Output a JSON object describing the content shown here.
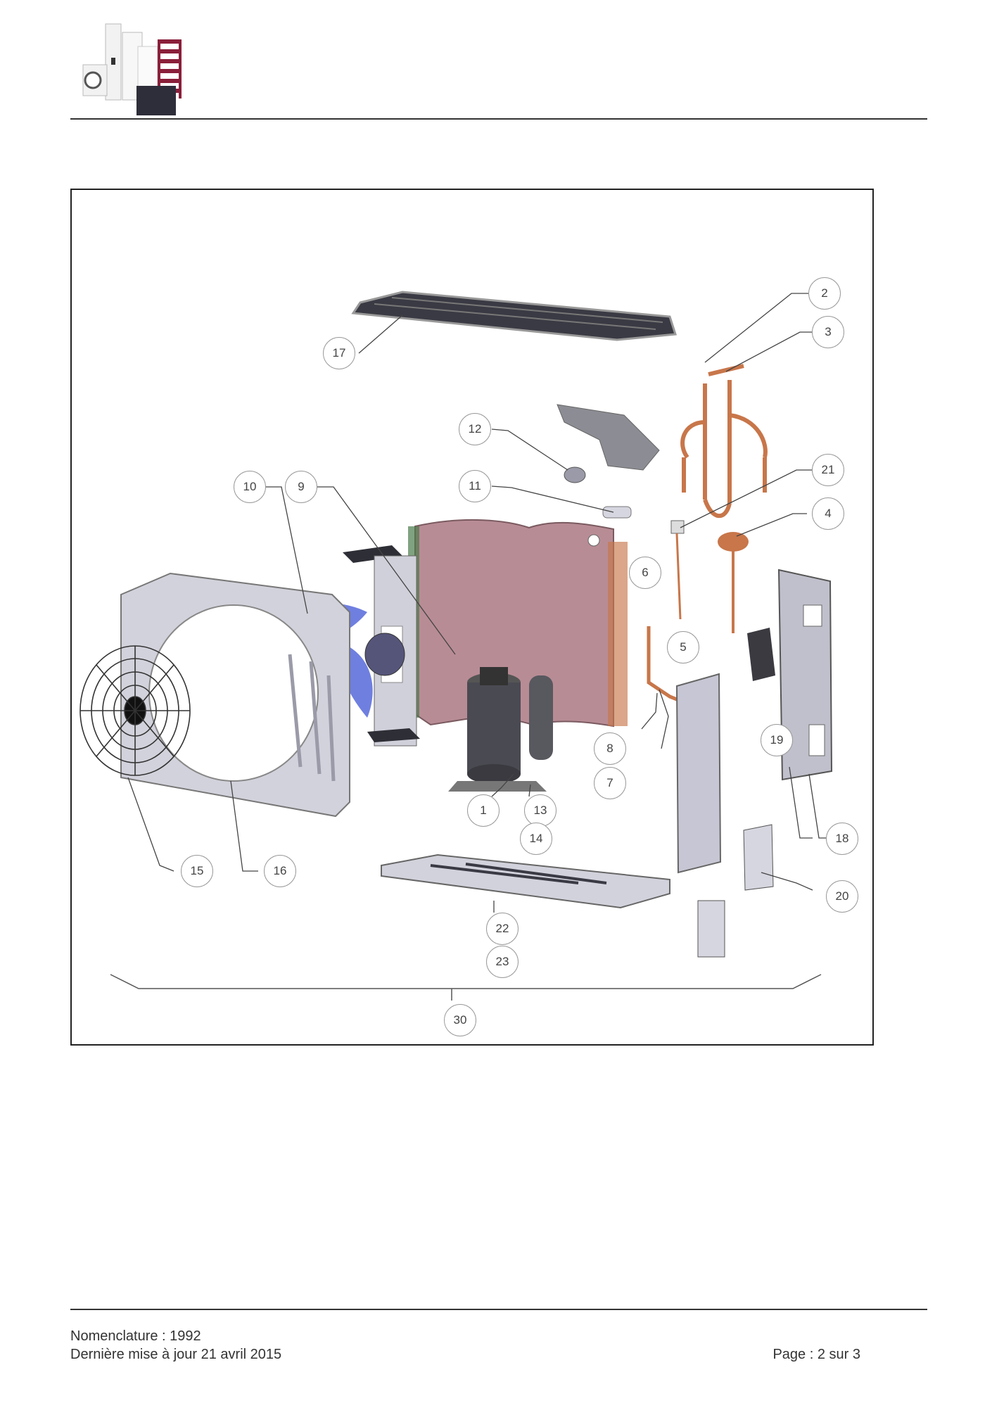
{
  "header": {
    "logo_icon": "product-range-logo"
  },
  "diagram": {
    "callouts": [
      {
        "id": "1",
        "label": "1"
      },
      {
        "id": "2",
        "label": "2"
      },
      {
        "id": "3",
        "label": "3"
      },
      {
        "id": "4",
        "label": "4"
      },
      {
        "id": "5",
        "label": "5"
      },
      {
        "id": "6",
        "label": "6"
      },
      {
        "id": "7",
        "label": "7"
      },
      {
        "id": "8",
        "label": "8"
      },
      {
        "id": "9",
        "label": "9"
      },
      {
        "id": "10",
        "label": "10"
      },
      {
        "id": "11",
        "label": "11"
      },
      {
        "id": "12",
        "label": "12"
      },
      {
        "id": "13",
        "label": "13"
      },
      {
        "id": "14",
        "label": "14"
      },
      {
        "id": "15",
        "label": "15"
      },
      {
        "id": "16",
        "label": "16"
      },
      {
        "id": "17",
        "label": "17"
      },
      {
        "id": "18",
        "label": "18"
      },
      {
        "id": "19",
        "label": "19"
      },
      {
        "id": "20",
        "label": "20"
      },
      {
        "id": "21",
        "label": "21"
      },
      {
        "id": "22",
        "label": "22"
      },
      {
        "id": "23",
        "label": "23"
      },
      {
        "id": "30",
        "label": "30"
      }
    ]
  },
  "footer": {
    "nomenclature": "Nomenclature : 1992",
    "last_update": "Dernière mise à jour 21 avril 2015",
    "page": "Page : 2 sur 3"
  },
  "colors": {
    "coil": "#b88c95",
    "fan_blade": "#6f7fe0",
    "panel": "#c9c9d6",
    "copper": "#c8764a",
    "dark": "#3b3b40"
  }
}
